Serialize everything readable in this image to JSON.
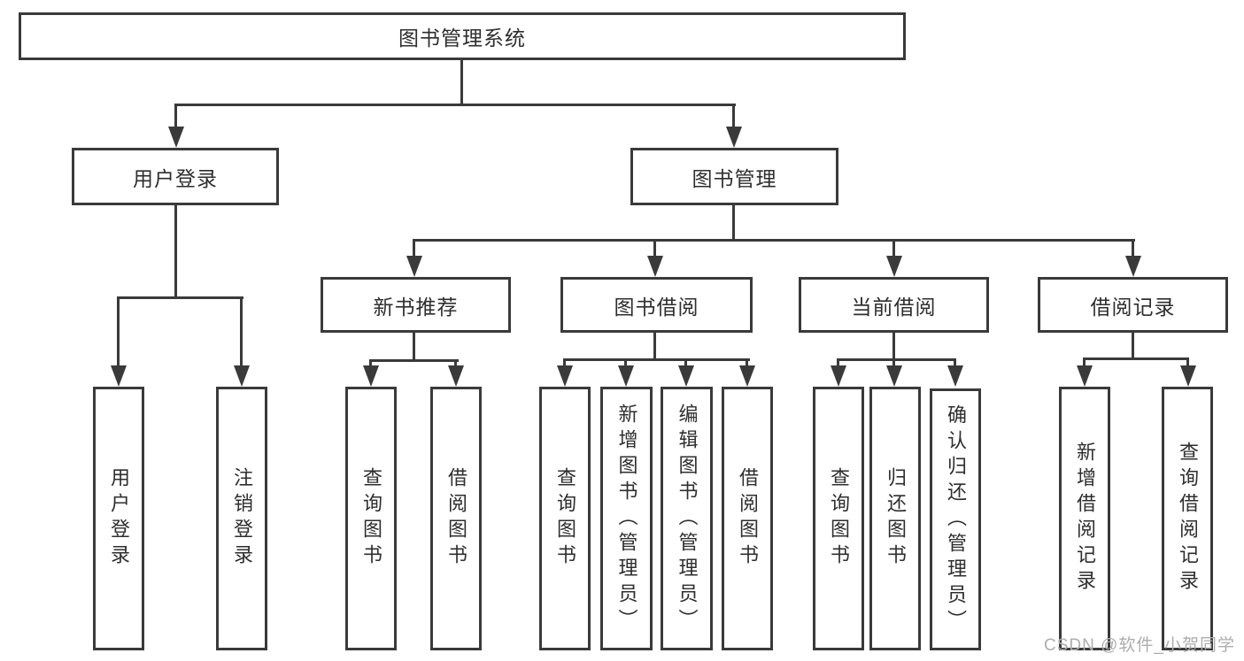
{
  "tree": {
    "root": {
      "label": "图书管理系统",
      "children": [
        {
          "label": "用户登录",
          "children": [
            {
              "label": "用户登录"
            },
            {
              "label": "注销登录"
            }
          ]
        },
        {
          "label": "图书管理",
          "children": [
            {
              "label": "新书推荐",
              "children": [
                {
                  "label": "查询图书"
                },
                {
                  "label": "借阅图书"
                }
              ]
            },
            {
              "label": "图书借阅",
              "children": [
                {
                  "label": "查询图书"
                },
                {
                  "label": "新增图书（管理员）"
                },
                {
                  "label": "编辑图书（管理员）"
                },
                {
                  "label": "借阅图书"
                }
              ]
            },
            {
              "label": "当前借阅",
              "children": [
                {
                  "label": "查询图书"
                },
                {
                  "label": "归还图书"
                },
                {
                  "label": "确认归还（管理员）"
                }
              ]
            },
            {
              "label": "借阅记录",
              "children": [
                {
                  "label": "新增借阅记录"
                },
                {
                  "label": "查询借阅记录"
                }
              ]
            }
          ]
        }
      ]
    }
  },
  "watermark": "CSDN @软件_小贺同学",
  "colors": {
    "line": "#3a3a3a",
    "text": "#2e2e2e",
    "watermark": "#adadad",
    "background": "#ffffff"
  }
}
